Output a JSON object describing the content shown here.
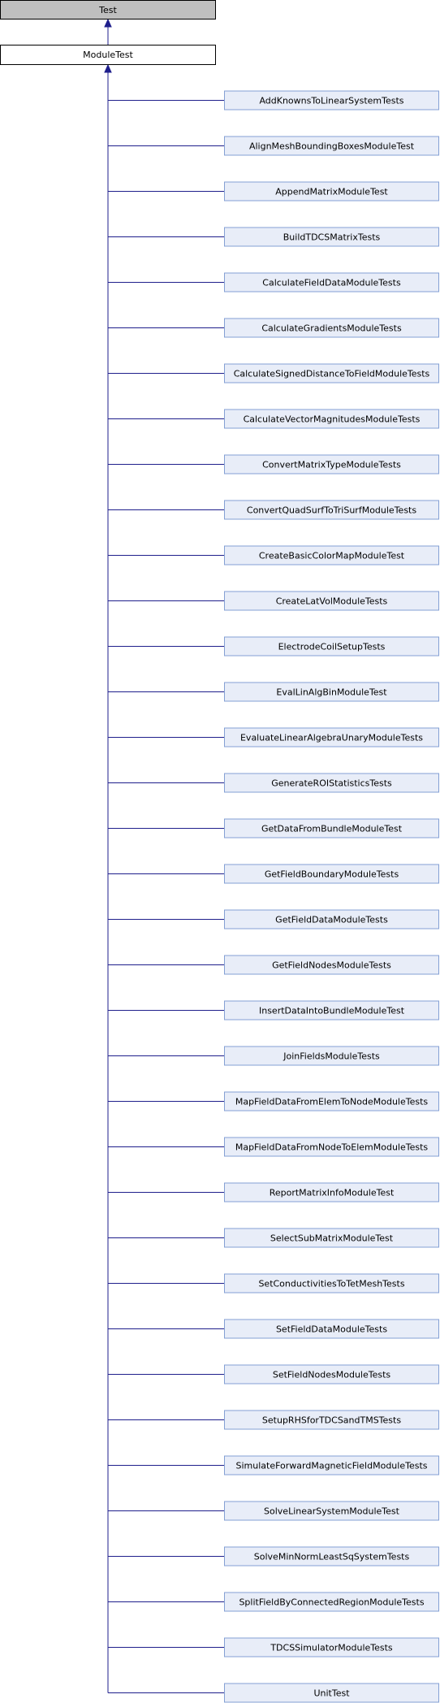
{
  "colors": {
    "root_fill": "#bfbfbf",
    "parent_fill": "#ffffff",
    "child_fill": "#e8edf8",
    "child_stroke": "#84a0d4",
    "box_stroke": "#000000",
    "edge": "#1f1f8c"
  },
  "root": {
    "label": "Test"
  },
  "parent": {
    "label": "ModuleTest"
  },
  "children": [
    "AddKnownsToLinearSystemTests",
    "AlignMeshBoundingBoxesModuleTest",
    "AppendMatrixModuleTest",
    "BuildTDCSMatrixTests",
    "CalculateFieldDataModuleTests",
    "CalculateGradientsModuleTests",
    "CalculateSignedDistanceToFieldModuleTests",
    "CalculateVectorMagnitudesModuleTests",
    "ConvertMatrixTypeModuleTests",
    "ConvertQuadSurfToTriSurfModuleTests",
    "CreateBasicColorMapModuleTest",
    "CreateLatVolModuleTests",
    "ElectrodeCoilSetupTests",
    "EvalLinAlgBinModuleTest",
    "EvaluateLinearAlgebraUnaryModuleTests",
    "GenerateROIStatisticsTests",
    "GetDataFromBundleModuleTest",
    "GetFieldBoundaryModuleTests",
    "GetFieldDataModuleTests",
    "GetFieldNodesModuleTests",
    "InsertDataIntoBundleModuleTest",
    "JoinFieldsModuleTests",
    "MapFieldDataFromElemToNodeModuleTests",
    "MapFieldDataFromNodeToElemModuleTests",
    "ReportMatrixInfoModuleTest",
    "SelectSubMatrixModuleTest",
    "SetConductivitiesToTetMeshTests",
    "SetFieldDataModuleTests",
    "SetFieldNodesModuleTests",
    "SetupRHSforTDCSandTMSTests",
    "SimulateForwardMagneticFieldModuleTests",
    "SolveLinearSystemModuleTest",
    "SolveMinNormLeastSqSystemTests",
    "SplitFieldByConnectedRegionModuleTests",
    "TDCSSimulatorModuleTests",
    "UnitTest"
  ]
}
